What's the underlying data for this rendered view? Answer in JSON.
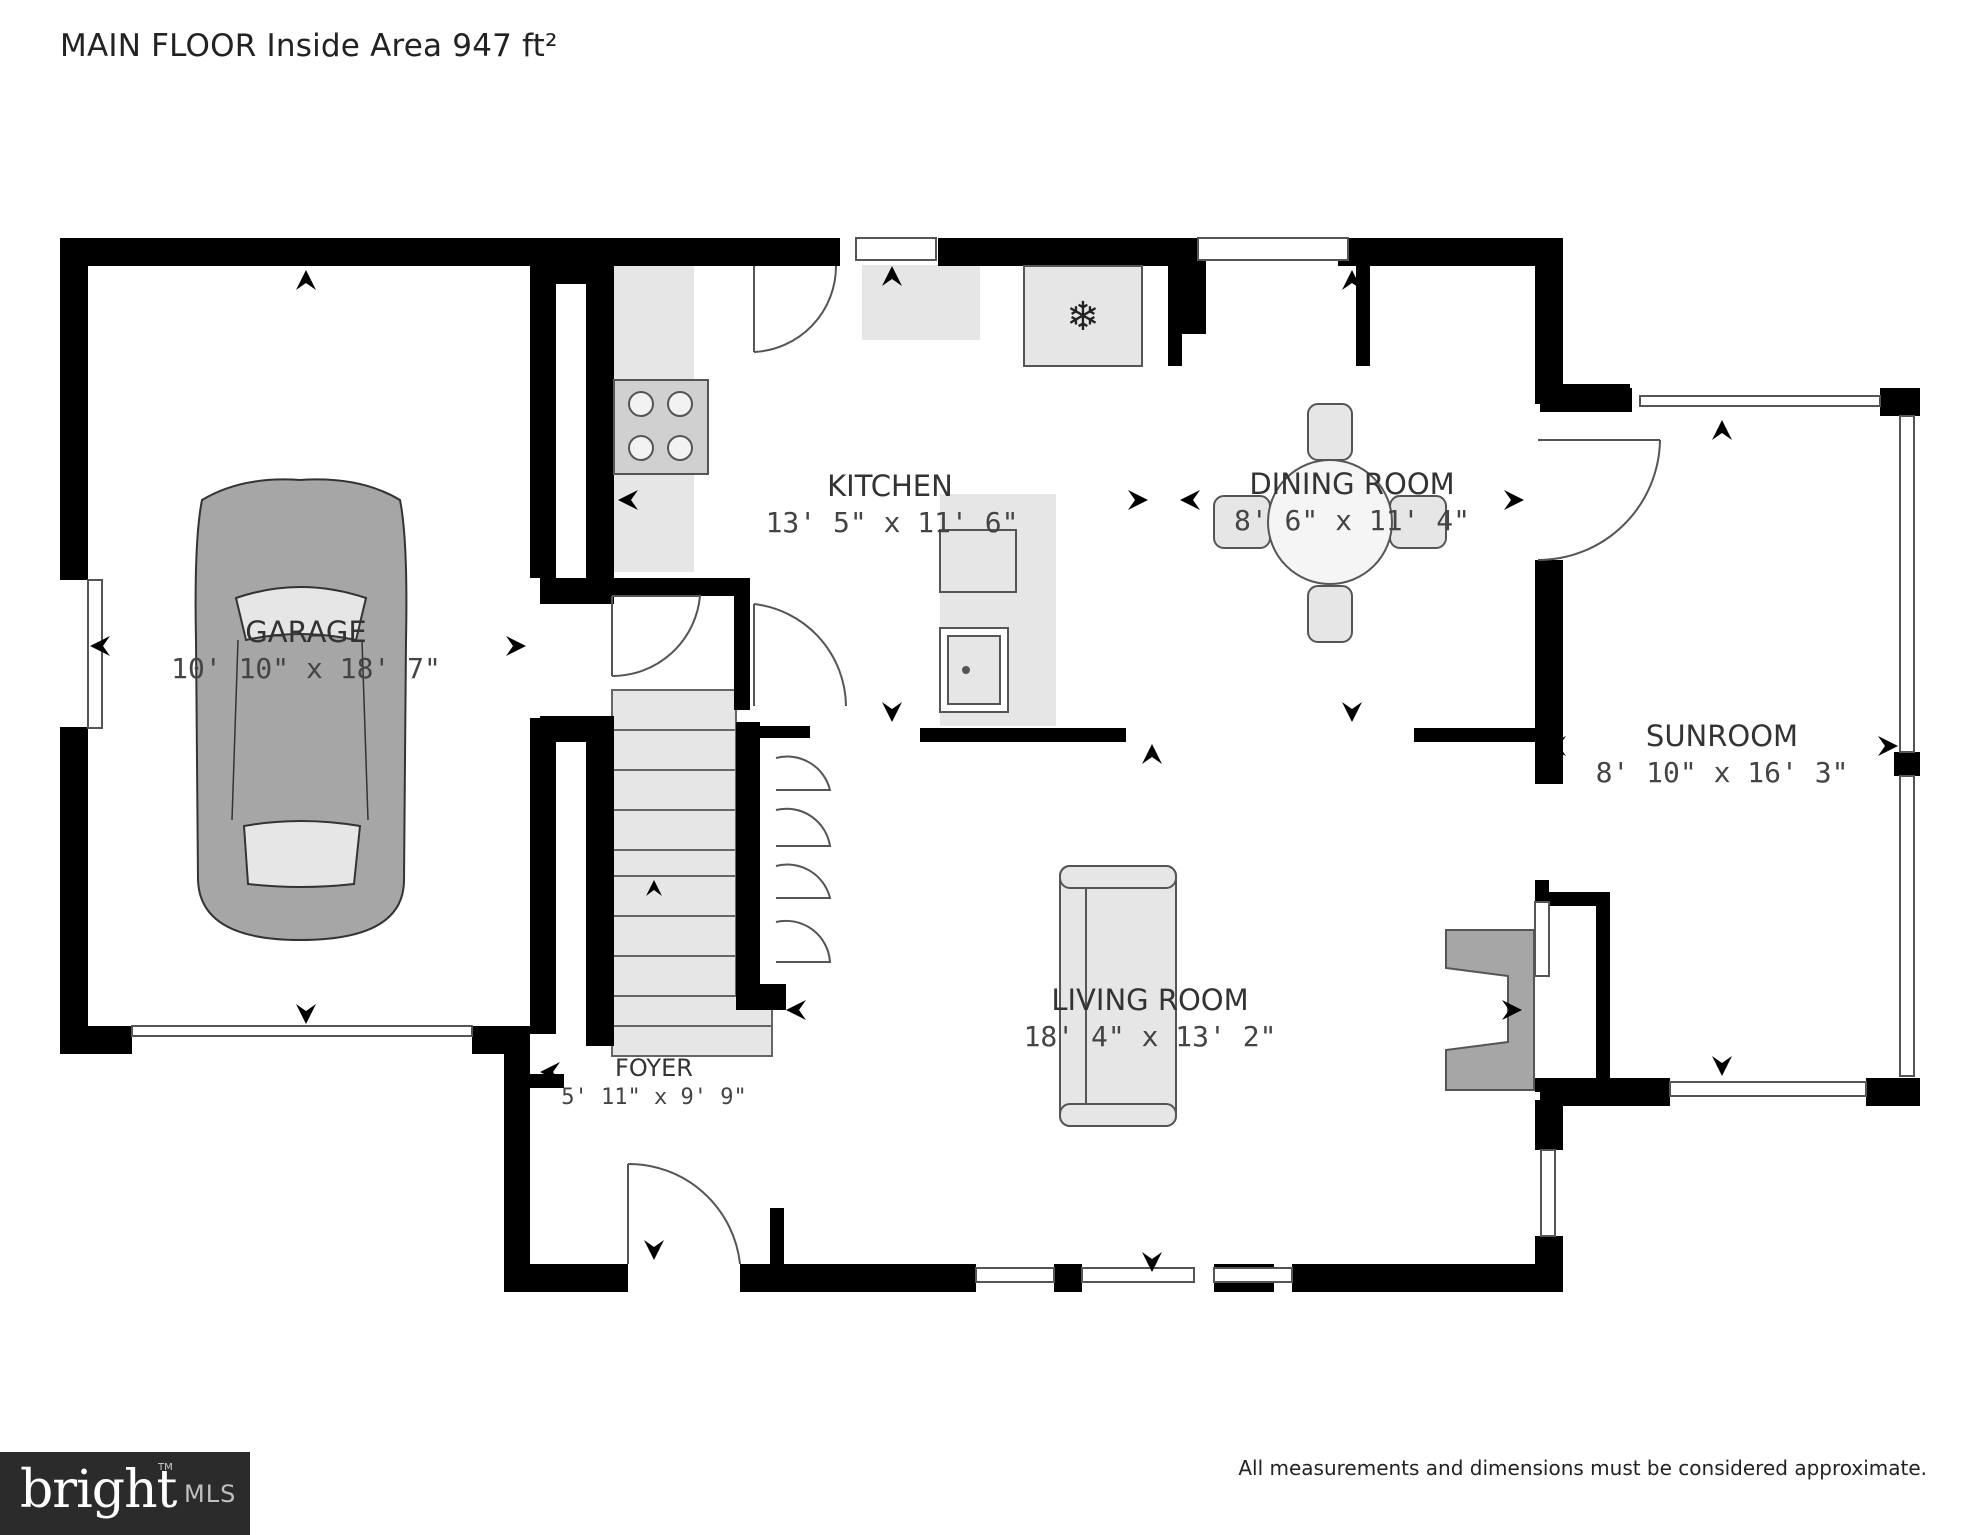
{
  "header": {
    "title": "MAIN FLOOR Inside Area 947 ft²"
  },
  "rooms": {
    "garage": {
      "name": "GARAGE",
      "dims": "10' 10\" x 18' 7\""
    },
    "kitchen": {
      "name": "KITCHEN",
      "dims": "13' 5\" x 11' 6\""
    },
    "dining": {
      "name": "DINING ROOM",
      "dims": "8' 6\" x 11' 4\""
    },
    "sunroom": {
      "name": "SUNROOM",
      "dims": "8' 10\" x 16' 3\""
    },
    "living": {
      "name": "LIVING ROOM",
      "dims": "18' 4\" x 13' 2\""
    },
    "foyer": {
      "name": "FOYER",
      "dims": "5' 11\" x 9' 9\""
    }
  },
  "footer": {
    "disclaimer": "All measurements and dimensions must be considered approximate."
  },
  "logo": {
    "word": "bright",
    "mls": "MLS",
    "tm": "TM"
  },
  "colors": {
    "wall": "#000000",
    "fixture": "#e6e6e6",
    "fixture_stroke": "#555555",
    "car": "#a6a6a6"
  }
}
